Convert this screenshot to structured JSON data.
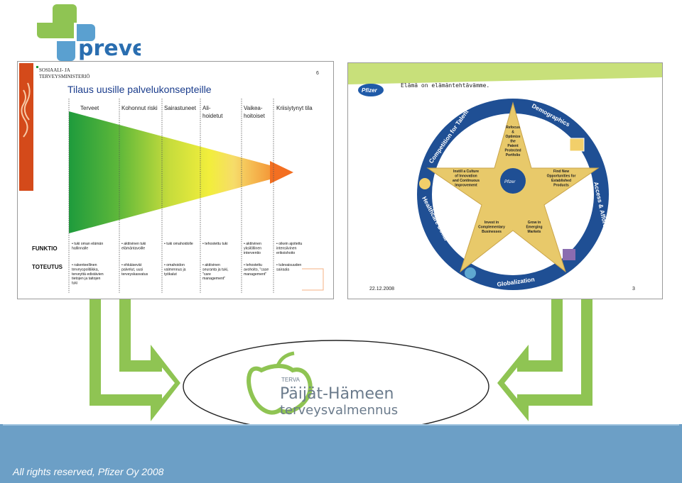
{
  "header": {
    "logo_text": "preve"
  },
  "left_slide": {
    "ministry_line1": "SOSIAALI- JA",
    "ministry_line2": "TERVEYSMINISTERIÖ",
    "title": "Tilaus uusille palvelukonsepteille",
    "page_number": "6",
    "columns": [
      "Terveet",
      "Kohonnut riski",
      "Sairastuneet",
      "Ali-\nhoidetut",
      "Vaikea-\nhoitoiset",
      "Kriisiytynyt tila"
    ],
    "row_labels": [
      "FUNKTIO",
      "TOTEUTUS"
    ],
    "funktio": [
      [
        "• tuki oman elämän",
        "hallinnalle"
      ],
      [
        "• aktiivinen tuki",
        "elämäntavoille"
      ],
      [
        "• tuki omahoidolle"
      ],
      [
        "• tehostettu tuki"
      ],
      [
        "• aktiivinen",
        "yksilöllinen",
        "interventio"
      ],
      [
        "• oikein ajoitettu",
        "intensiivinen",
        "erikoishoito"
      ]
    ],
    "toteutus": [
      [
        "• rakenteellinen",
        "terveyspolitiikka,",
        "terveyttä edistävien",
        "tietojen ja taitojen",
        "tuki"
      ],
      [
        "• ehkäisevät",
        "palvelut, uusi",
        "terveyskasvatus"
      ],
      [
        "• omahoidon",
        "valmennus ja",
        "työkalut"
      ],
      [
        "• aktiivinen",
        "seuranta ja tuki,",
        "\"care",
        "management\""
      ],
      [
        "• tehostettu",
        "avohoito, \"case",
        "management\""
      ],
      [
        "• tulevaisuuden",
        "sairaala"
      ]
    ],
    "colors": {
      "green": "#1e9b3c",
      "yellow": "#f2ee3c",
      "orange": "#f49a3a",
      "arrow": "#f36f21"
    }
  },
  "right_slide": {
    "brand": "Pfizer",
    "tagline": "Elämä on elämäntehtävämme.",
    "ring_labels": [
      "Competition for Talent",
      "Demographics",
      "Access & Affordability",
      "Globalization",
      "Healthcare Dollar"
    ],
    "star_points": [
      [
        "Refocus",
        "&",
        "Optimize",
        "the",
        "Patent",
        "Protected",
        "Portfolio"
      ],
      [
        "Find New",
        "Opportunities for",
        "Established",
        "Products"
      ],
      [
        "Grow in",
        "Emerging",
        "Markets"
      ],
      [
        "Invest in",
        "Complementary",
        "Businesses"
      ],
      [
        "Instill a Culture",
        "of Innovation",
        "and Continuous",
        "Improvement"
      ]
    ],
    "center_brand": "Pfizer",
    "date": "22.12.2008",
    "page_number": "3",
    "colors": {
      "ring": "#1f4f94",
      "star": "#e8c96a",
      "band": "#c8e07a"
    }
  },
  "center_logo": {
    "prefix": "TERVA",
    "line1": "Päijät-Hämeen",
    "line2": "terveysvalmennus"
  },
  "footer": {
    "copyright": "All rights reserved, Pfizer Oy 2008"
  }
}
